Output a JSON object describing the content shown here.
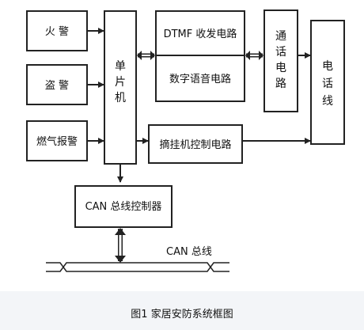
{
  "diagram": {
    "inputs": {
      "fire_alarm": "火 警",
      "theft_alarm": "盗 警",
      "gas_alarm": "燃气报警"
    },
    "mcu": [
      "单",
      "片",
      "机"
    ],
    "dtmf": "DTMF 收发电路",
    "voice": "数字语音电路",
    "hook": "摘挂机控制电路",
    "call_circuit": [
      "通",
      "话",
      "电",
      "路"
    ],
    "phone_line": [
      "电",
      "话",
      "线"
    ],
    "can_controller": "CAN 总线控制器",
    "can_bus_label": "CAN 总线"
  },
  "caption": "图1  家居安防系统框图",
  "colors": {
    "line": "#222222",
    "caption_bg": "#f3f5f8"
  }
}
